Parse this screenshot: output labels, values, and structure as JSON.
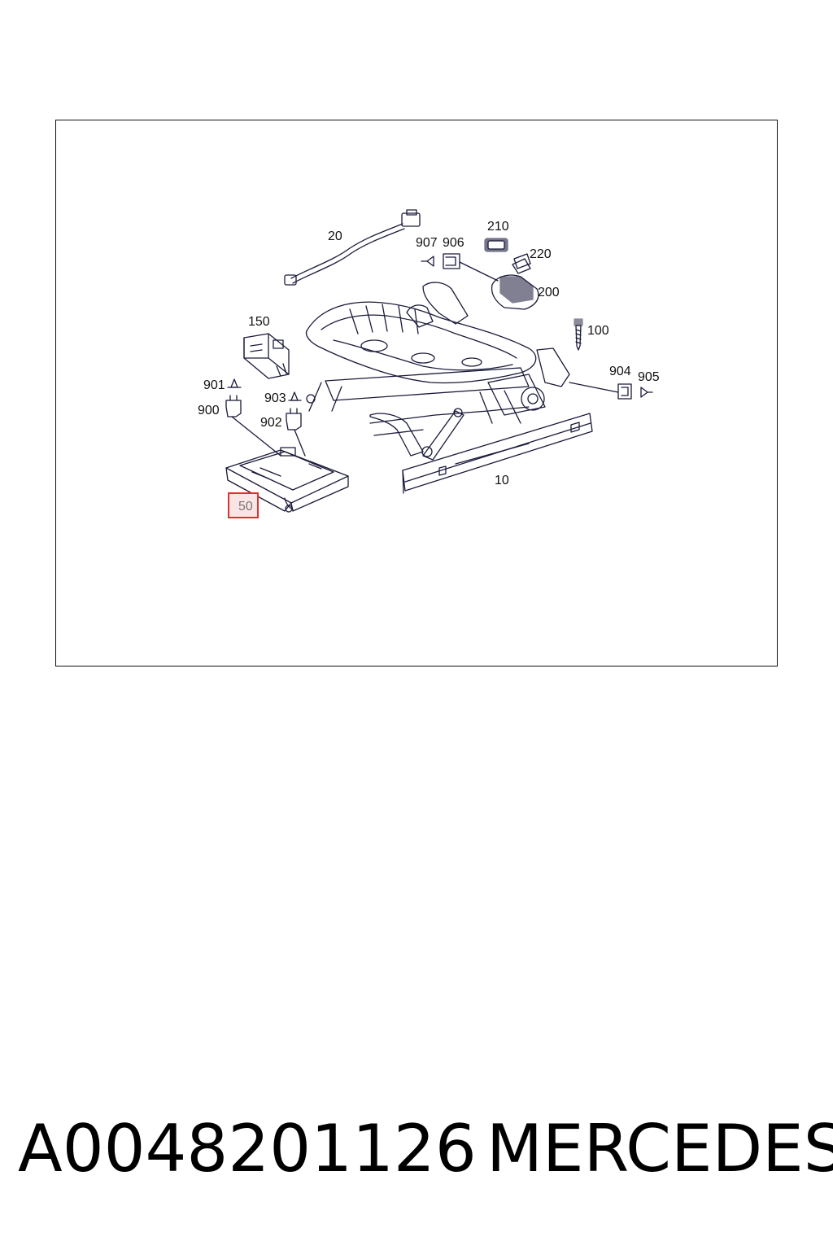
{
  "diagram": {
    "callouts": {
      "c20": "20",
      "c907": "907",
      "c906": "906",
      "c210": "210",
      "c220": "220",
      "c200": "200",
      "c150": "150",
      "c100": "100",
      "c901": "901",
      "c900": "900",
      "c903": "903",
      "c902": "902",
      "c904": "904",
      "c905": "905",
      "c10": "10",
      "c50": "50"
    },
    "highlighted_callout": "50",
    "highlight_color": "#e03030",
    "line_color": "#1a1a3a"
  },
  "footer": {
    "part_number": "A0048201126",
    "brand": "MERCEDES"
  }
}
